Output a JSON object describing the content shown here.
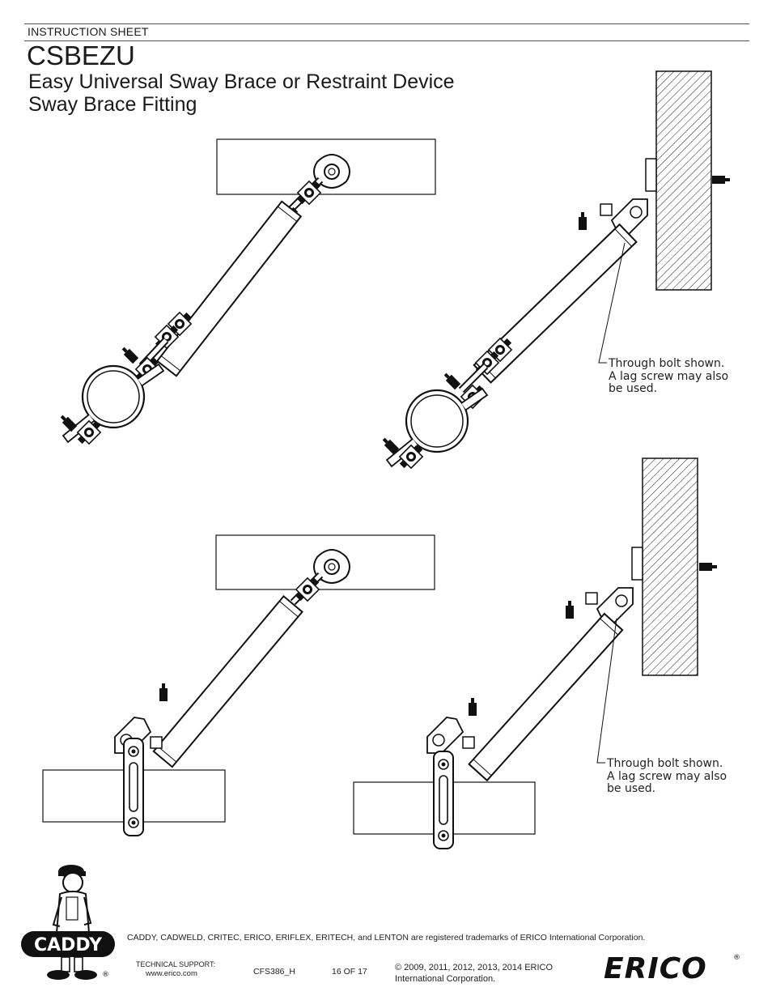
{
  "header": {
    "sheet_label": "INSTRUCTION SHEET",
    "product_code": "CSBEZU",
    "subtitle_line1": "Easy Universal Sway Brace or Restraint Device",
    "subtitle_line2": "Sway Brace Fitting"
  },
  "figures": {
    "note_top": [
      "Through bolt shown.",
      "A lag screw may also",
      "be used."
    ],
    "note_bottom": [
      "Through bolt shown.",
      "A lag screw may also",
      "be used."
    ]
  },
  "footer": {
    "trademark": "CADDY, CADWELD, CRITEC, ERICO, ERIFLEX, ERITECH, and LENTON are registered trademarks of ERICO International Corporation.",
    "support_label": "TECHNICAL SUPPORT:",
    "support_url": "www.erico.com",
    "doc_number": "CFS386_H",
    "page_number": "16 OF 17",
    "copyright_line1": "© 2009, 2011, 2012, 2013, 2014 ERICO",
    "copyright_line2": "International Corporation.",
    "caddy_logo_text": "CADDY",
    "erico_logo_text": "ERICO",
    "registered_mark": "®"
  }
}
